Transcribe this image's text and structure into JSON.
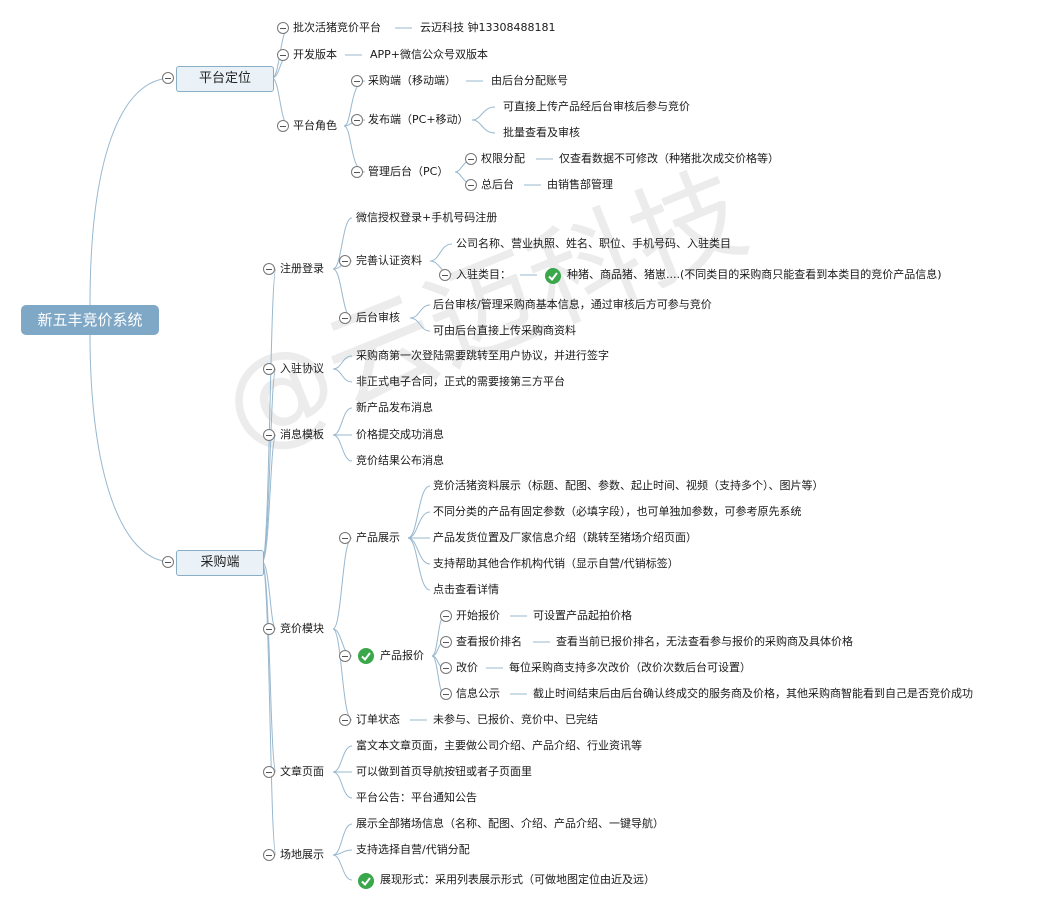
{
  "root": "新五丰竞价系统",
  "watermark": "@云迈科技",
  "platform": {
    "label": "平台定位",
    "batch": {
      "label": "批次活猪竞价平台",
      "note": "云迈科技 钟13308488181"
    },
    "version": {
      "label": "开发版本",
      "note": "APP+微信公众号双版本"
    },
    "roles": {
      "label": "平台角色",
      "buyer": {
        "label": "采购端（移动端）",
        "note": "由后台分配账号"
      },
      "publisher": {
        "label": "发布端（PC+移动）",
        "items": [
          "可直接上传产品经后台审核后参与竞价",
          "批量查看及审核"
        ]
      },
      "admin": {
        "label": "管理后台（PC）",
        "perm": {
          "label": "权限分配",
          "note": "仅查看数据不可修改（种猪批次成交价格等）"
        },
        "master": {
          "label": "总后台",
          "note": "由销售部管理"
        }
      }
    }
  },
  "buyer_side": {
    "label": "采购端",
    "register": {
      "label": "注册登录",
      "wechat": "微信授权登录+手机号码注册",
      "verify": {
        "label": "完善认证资料",
        "info": "公司名称、营业执照、姓名、职位、手机号码、入驻类目",
        "category": {
          "label": "入驻类目：",
          "note": "种猪、商品猪、猪崽....(不同类目的采购商只能查看到本类目的竞价产品信息)"
        }
      },
      "review": {
        "label": "后台审核",
        "items": [
          "后台审核/管理采购商基本信息，通过审核后方可参与竞价",
          "可由后台直接上传采购商资料"
        ]
      }
    },
    "agreement": {
      "label": "入驻协议",
      "items": [
        "采购商第一次登陆需要跳转至用户协议，并进行签字",
        "非正式电子合同，正式的需要接第三方平台"
      ]
    },
    "messages": {
      "label": "消息模板",
      "items": [
        "新产品发布消息",
        "价格提交成功消息",
        "竞价结果公布消息"
      ]
    },
    "bidding": {
      "label": "竞价模块",
      "display": {
        "label": "产品展示",
        "items": [
          "竞价活猪资料展示（标题、配图、参数、起止时间、视频（支持多个）、图片等）",
          "不同分类的产品有固定参数（必填字段），也可单独加参数，可参考原先系统",
          "产品发货位置及厂家信息介绍（跳转至猪场介绍页面）",
          "支持帮助其他合作机构代销（显示自营/代销标签）",
          "点击查看详情"
        ]
      },
      "quote": {
        "label": "产品报价",
        "items": [
          {
            "label": "开始报价",
            "note": "可设置产品起拍价格"
          },
          {
            "label": "查看报价排名",
            "note": "查看当前已报价排名，无法查看参与报价的采购商及具体价格"
          },
          {
            "label": "改价",
            "note": "每位采购商支持多次改价（改价次数后台可设置）"
          },
          {
            "label": "信息公示",
            "note": "截止时间结束后由后台确认终成交的服务商及价格，其他采购商智能看到自己是否竞价成功"
          }
        ]
      },
      "order": {
        "label": "订单状态",
        "note": "未参与、已报价、竞价中、已完结"
      }
    },
    "articles": {
      "label": "文章页面",
      "items": [
        "富文本文章页面，主要做公司介绍、产品介绍、行业资讯等",
        "可以做到首页导航按钮或者子页面里",
        "平台公告：平台通知公告"
      ]
    },
    "venue": {
      "label": "场地展示",
      "items": [
        "展示全部猪场信息（名称、配图、介绍、产品介绍、一键导航）",
        "支持选择自营/代销分配",
        "展现形式：采用列表展示形式（可做地图定位由近及远）"
      ]
    }
  }
}
